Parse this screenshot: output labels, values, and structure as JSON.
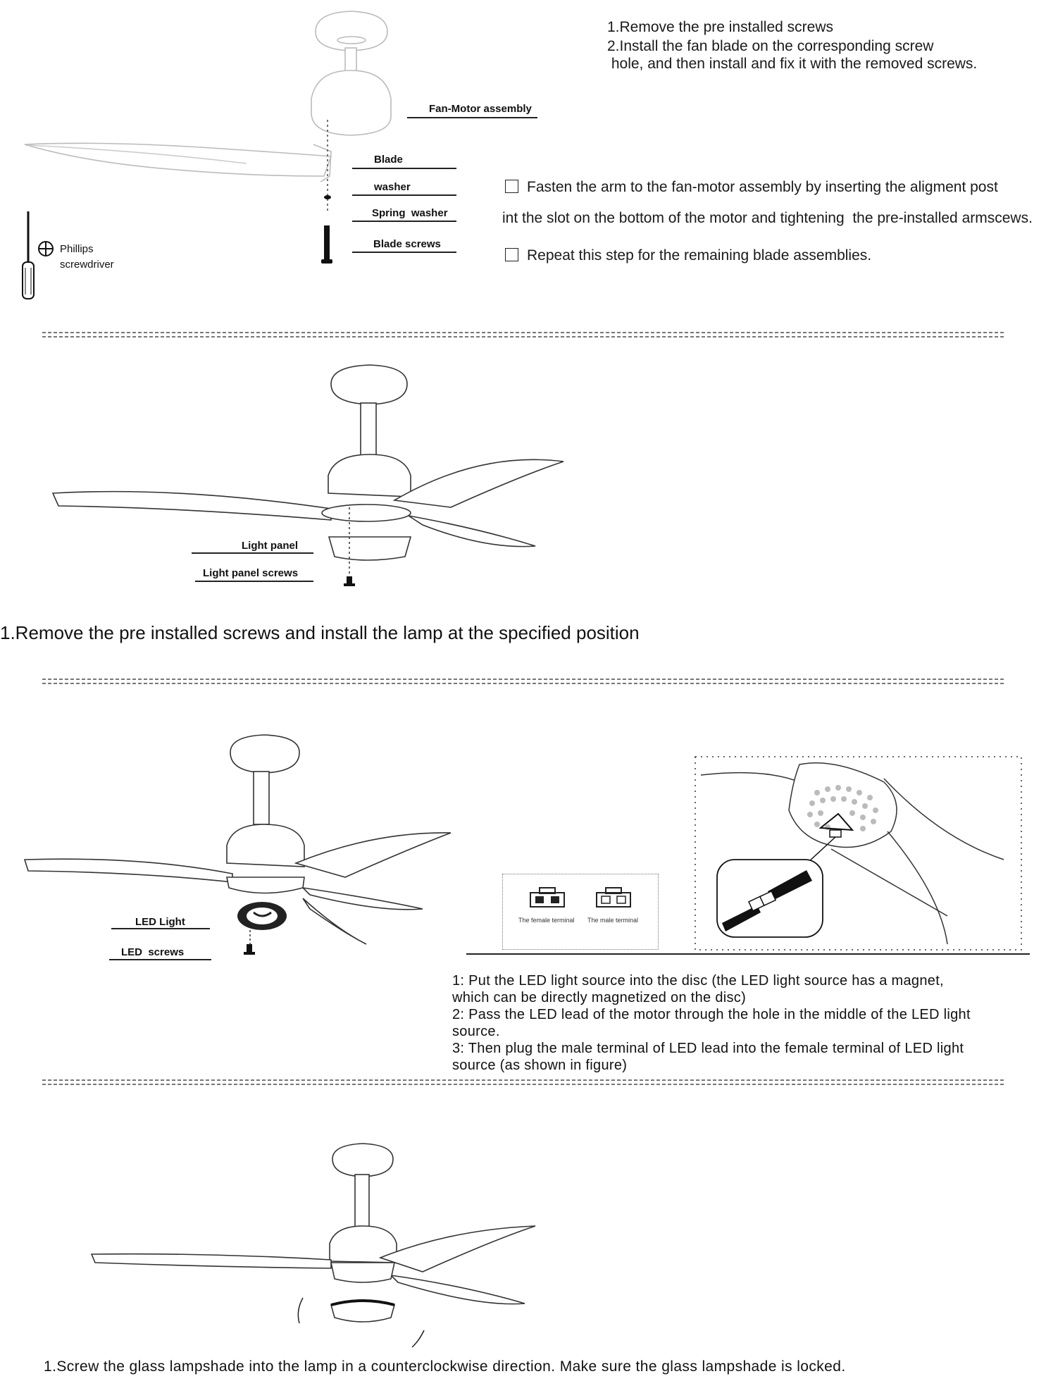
{
  "section1": {
    "instructions": [
      "1.Remove the pre installed screws",
      "2.Install the fan blade on the corresponding screw",
      " hole, and then install and fix it with the removed screws."
    ],
    "labels": {
      "fan_motor": "Fan-Motor assembly",
      "blade": "Blade",
      "washer": "washer",
      "spring_washer": "Spring  washer",
      "blade_screws": "Blade screws"
    },
    "tool": {
      "line1": "Phillips",
      "line2": "screwdriver"
    },
    "check1": "Fasten the arm to the fan-motor assembly by inserting the aligment post",
    "check1_cont": "int the slot on the bottom of the motor and tightening  the pre-installed armscews.",
    "check2": "Repeat this step for the remaining blade assemblies."
  },
  "section2": {
    "labels": {
      "light_panel": "Light panel",
      "light_panel_screws": "Light panel screws"
    },
    "caption": "1.Remove the pre installed screws and install the lamp at the specified position"
  },
  "section3": {
    "labels": {
      "led_light": "LED Light",
      "led_screws": "LED  screws"
    },
    "terminals": {
      "female": "The female terminal",
      "male": "The male terminal"
    },
    "notes": [
      "1: Put the LED light source into the disc (the LED light source has a magnet,",
      "which can be directly magnetized on the disc)",
      "2: Pass the LED lead of the motor through the hole in the middle of the LED light",
      "source.",
      "3: Then plug the male terminal of LED lead into the female terminal of LED light",
      "source (as shown in figure)"
    ]
  },
  "section4": {
    "caption": "1.Screw the glass lampshade into the lamp in a counterclockwise direction. Make sure the glass lampshade is locked."
  }
}
